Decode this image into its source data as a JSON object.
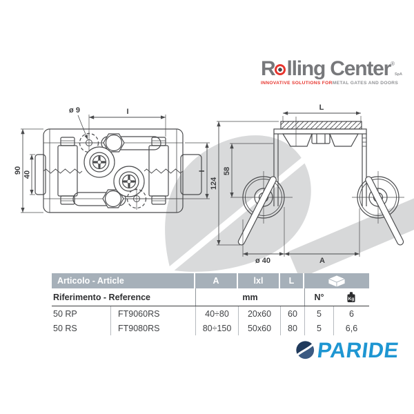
{
  "brand": {
    "rolling_center": {
      "name_r": "R",
      "name_rest1": "lling",
      "name_part2": "Center",
      "registered": "®",
      "spa": "SpA",
      "tagline_left": "INNOVATIVE SOLUTIONS FOR",
      "tagline_right": "METAL GATES AND DOORS",
      "accent_red": "#e7342d",
      "text_gray": "#77787b"
    },
    "paride": {
      "name": "PARIDE",
      "blue": "#1e96d2",
      "icon_dark_blue": "#203a5c",
      "icon_slate_blue": "#3b5a82"
    }
  },
  "drawing": {
    "front_view": {
      "hole_diameter": "ø 9",
      "interaxis_horizontal": "I",
      "body_height": "90",
      "roller_height": "40",
      "interaxis_vertical": "I"
    },
    "side_view": {
      "top_length": "L",
      "drop_to_wheel": "58",
      "total_drop": "124",
      "wheel_diameter": "ø 40",
      "adjustment": "A"
    }
  },
  "table": {
    "header": {
      "articolo": "Articolo - Article",
      "a": "A",
      "lxl": "lxl",
      "l": "L",
      "package_icon": "package-icon"
    },
    "subheader": {
      "riferimento": "Riferimento - Reference",
      "unit": "mm",
      "pieces": "N°",
      "kg_icon": "kg-weight-icon",
      "kg_label": "Kg"
    },
    "rows": [
      {
        "name": "50 RP",
        "code": "FT9060RS",
        "a": "40÷80",
        "lxl": "20x60",
        "l": "60",
        "n": "5",
        "kg": "6"
      },
      {
        "name": "50 RS",
        "code": "FT9080RS",
        "a": "80÷150",
        "lxl": "50x60",
        "l": "80",
        "n": "5",
        "kg": "6,6"
      }
    ],
    "colors": {
      "header_bg": "#a6b0b9",
      "line_color": "#4a4b4d",
      "watermark": "#d9dadb"
    }
  }
}
